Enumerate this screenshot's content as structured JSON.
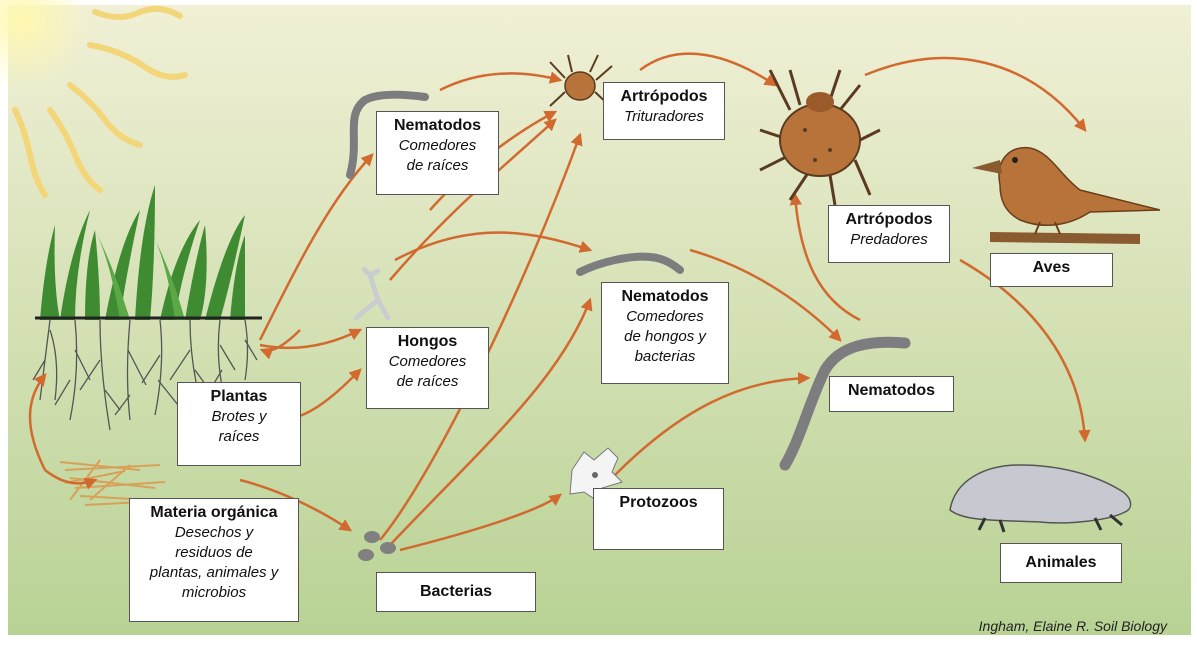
{
  "nodes": {
    "nem_raices": {
      "title": "Nematodos",
      "sub": [
        "Comedores",
        "de raíces"
      ]
    },
    "art_trit": {
      "title": "Artrópodos",
      "sub": [
        "Trituradores"
      ]
    },
    "art_pred": {
      "title": "Artrópodos",
      "sub": [
        "Predadores"
      ]
    },
    "aves": {
      "title": "Aves",
      "sub": []
    },
    "hongos": {
      "title": "Hongos",
      "sub": [
        "Comedores",
        "de raíces"
      ]
    },
    "nem_hb": {
      "title": "Nematodos",
      "sub": [
        "Comedores",
        "de hongos y",
        "bacterias"
      ]
    },
    "plantas": {
      "title": "Plantas",
      "sub": [
        "Brotes y",
        "raíces"
      ]
    },
    "nematodos": {
      "title": "Nematodos",
      "sub": []
    },
    "materia": {
      "title": "Materia orgánica",
      "sub": [
        "Desechos y",
        "residuos de",
        "plantas, animales y",
        "microbios"
      ]
    },
    "protozoos": {
      "title": "Protozoos",
      "sub": []
    },
    "bacterias": {
      "title": "Bacterias",
      "sub": []
    },
    "animales": {
      "title": "Animales",
      "sub": []
    }
  },
  "credit": "Ingham, Elaine R. Soil Biology",
  "colors": {
    "arrow": "#d2692e",
    "bg_top": "#f0efd3",
    "bg_bottom": "#b9d395",
    "worm": "#7d7d80",
    "critter": "#b8733a"
  }
}
